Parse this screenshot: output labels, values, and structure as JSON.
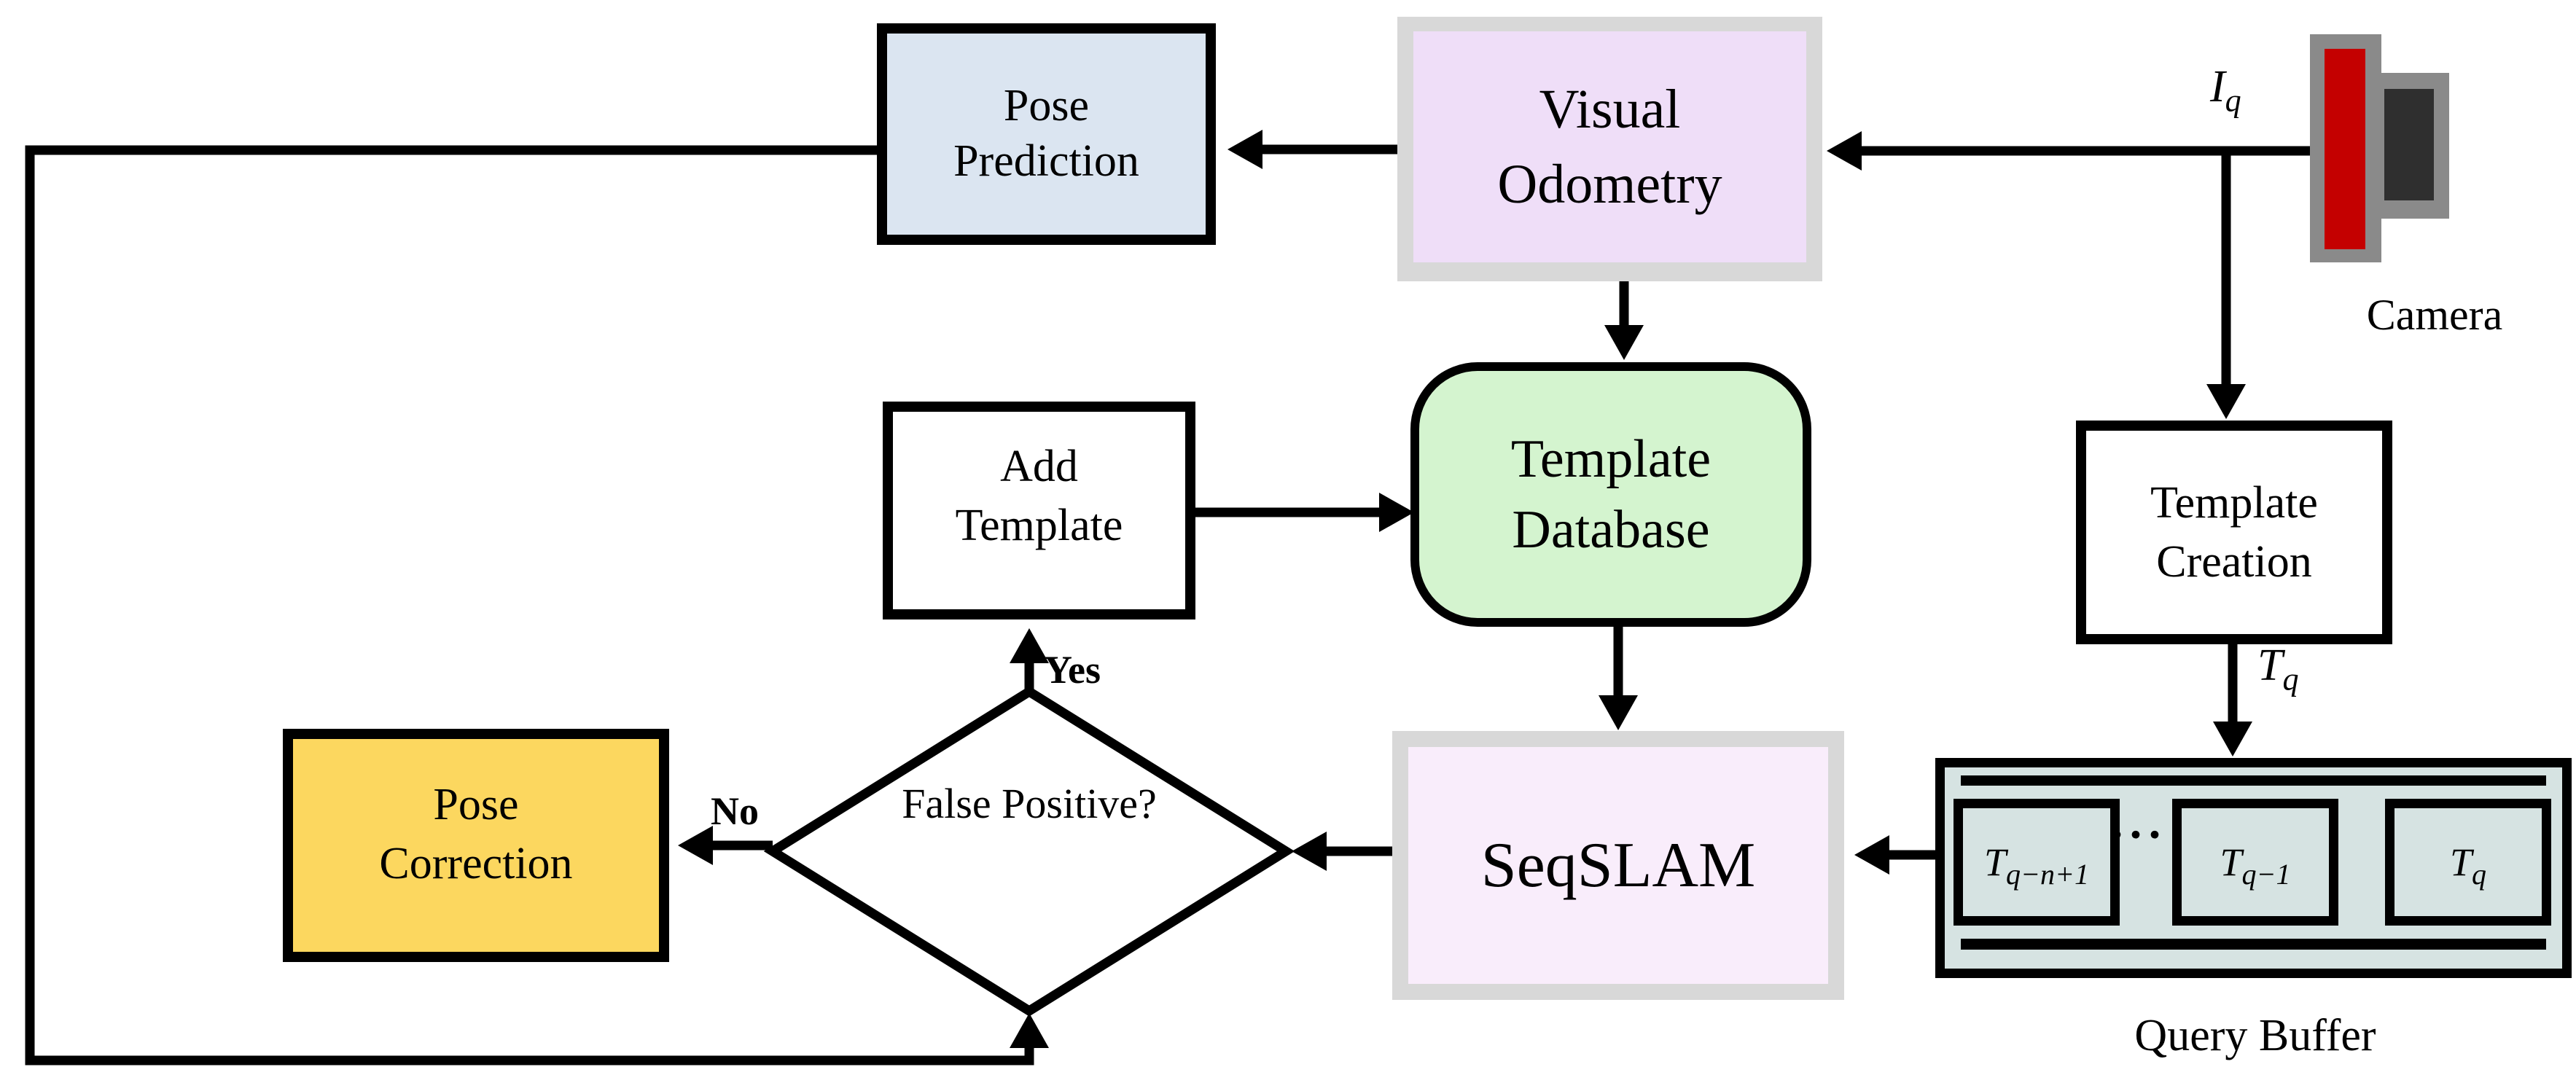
{
  "diagram": {
    "title": "SLAM pipeline flowchart",
    "nodes": {
      "pose_prediction": {
        "label": "Pose Prediction"
      },
      "visual_odometry": {
        "label": "Visual Odometry"
      },
      "template_database": {
        "label": "Template Database"
      },
      "add_template": {
        "label": "Add Template"
      },
      "template_creation": {
        "label": "Template Creation"
      },
      "seqslam": {
        "label": "SeqSLAM"
      },
      "false_positive_decision": {
        "label": "False Positive?"
      },
      "pose_correction": {
        "label": "Pose Correction"
      }
    },
    "query_buffer": {
      "label": "Query Buffer",
      "ellipsis": "···",
      "slots": [
        {
          "base": "T",
          "sub": "q−n+1"
        },
        {
          "base": "T",
          "sub": "q−1"
        },
        {
          "base": "T",
          "sub": "q"
        }
      ]
    },
    "camera": {
      "label": "Camera"
    },
    "edge_labels": {
      "yes": "Yes",
      "no": "No",
      "iq": {
        "base": "I",
        "sub": "q"
      },
      "tq": {
        "base": "T",
        "sub": "q"
      }
    },
    "colors": {
      "pp_fill": "#dbe5f1",
      "vo_fill": "#efdef8",
      "td_fill": "#d4f4cf",
      "seq_fill": "#f9edfb",
      "qb_fill": "#d6e3e2",
      "pc_fill": "#fcd75f",
      "frame_gray": "#d8d8d8",
      "cam_gray": "#8a8a8a",
      "cam_red": "#c40000",
      "cam_dark": "#2f2f2f",
      "line_black": "#000000"
    }
  }
}
